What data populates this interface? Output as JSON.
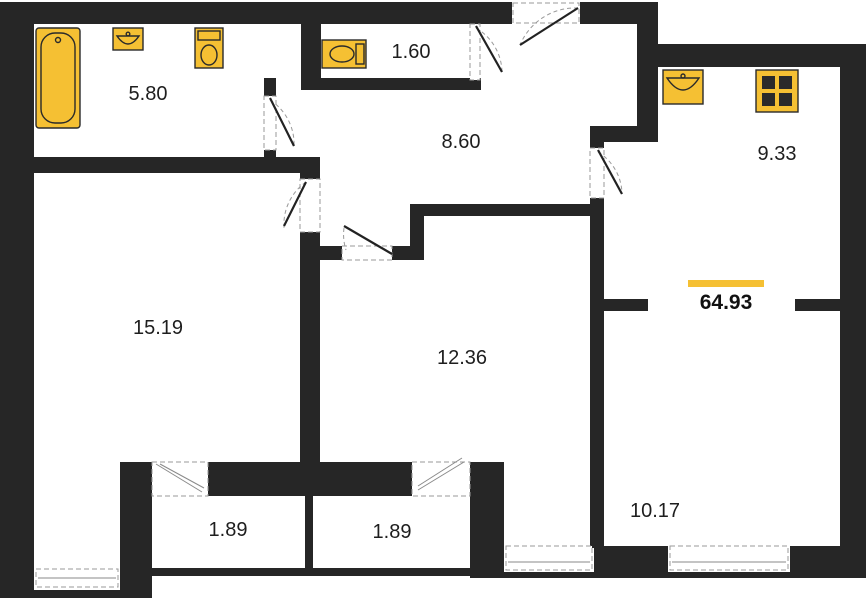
{
  "plan": {
    "total_area": "64.93",
    "accent_color": "#f5c033",
    "wall_color": "#262626",
    "rooms": [
      {
        "id": "bathroom",
        "area": "5.80"
      },
      {
        "id": "toilet",
        "area": "1.60"
      },
      {
        "id": "hallway",
        "area": "8.60"
      },
      {
        "id": "kitchen",
        "area": "9.33"
      },
      {
        "id": "bedroom-left",
        "area": "15.19"
      },
      {
        "id": "bedroom-middle",
        "area": "12.36"
      },
      {
        "id": "balcony-left",
        "area": "1.89"
      },
      {
        "id": "balcony-right",
        "area": "1.89"
      },
      {
        "id": "living-zone",
        "area": "10.17"
      }
    ],
    "fixtures": [
      "bathtub-icon",
      "washbasin-icon",
      "toilet-icon",
      "kitchen-sink-icon",
      "stove-icon"
    ]
  }
}
